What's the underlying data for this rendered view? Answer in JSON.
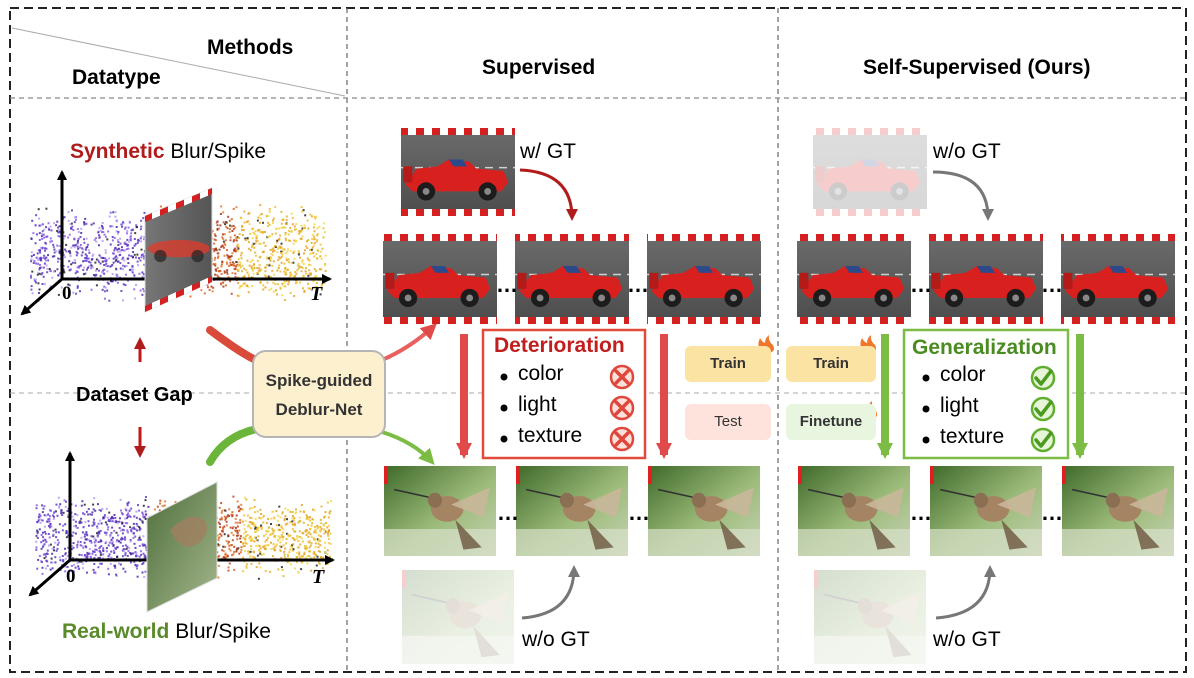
{
  "header": {
    "methods": "Methods",
    "datatype": "Datatype",
    "supervised": "Supervised",
    "self_supervised": "Self-Supervised (Ours)"
  },
  "left": {
    "synthetic_word": "Synthetic",
    "synthetic_rest": " Blur/Spike",
    "real_word": "Real-world",
    "real_rest": " Blur/Spike",
    "dataset_gap": "Dataset Gap",
    "axis_origin": "0",
    "axis_t": "T"
  },
  "net": {
    "line1": "Spike-guided",
    "line2": "Deblur-Net"
  },
  "supervised": {
    "gt_label": "w/ GT",
    "no_gt_label": "w/o GT",
    "box_title": "Deterioration",
    "items": [
      "color",
      "light",
      "texture"
    ],
    "train": "Train",
    "test": "Test"
  },
  "self_supervised": {
    "gt_label": "w/o GT",
    "no_gt_label": "w/o GT",
    "box_title": "Generalization",
    "items": [
      "color",
      "light",
      "texture"
    ],
    "train": "Train",
    "finetune": "Finetune"
  },
  "ellipsis": "…",
  "colors": {
    "synthetic": "#b01c1c",
    "real": "#5a8a2c",
    "deterioration": "#d94a3a",
    "generalization": "#6bb53a",
    "tag_yellow": "#fbe3a4",
    "tag_pink": "#fde3dc",
    "tag_green": "#e8f6e0",
    "net_fill": "#fdf0cf"
  },
  "icons": [
    "fire-icon",
    "snowflake-icon",
    "cross-icon",
    "check-icon"
  ]
}
